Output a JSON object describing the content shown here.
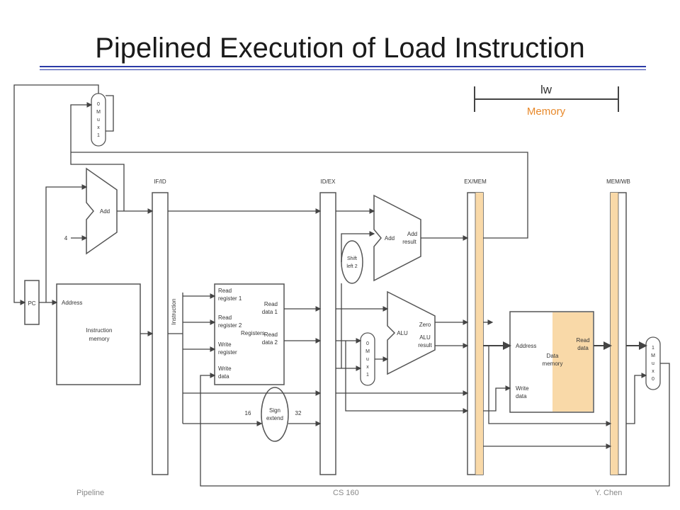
{
  "title": "Pipelined Execution of Load Instruction",
  "stage_header": {
    "instruction": "lw",
    "stage": "Memory"
  },
  "colors": {
    "highlight": "#f9d9a8",
    "rule": "#2b3aa6",
    "stage": "#e8892b"
  },
  "registers": {
    "ifid": "IF/ID",
    "idex": "ID/EX",
    "exmem": "EX/MEM",
    "memwb": "MEM/WB"
  },
  "labels": {
    "pc": "PC",
    "add": "Add",
    "four": "4",
    "address": "Address",
    "instr_mem_1": "Instruction",
    "instr_mem_2": "memory",
    "instruction": "Instruction",
    "read_reg1_a": "Read",
    "read_reg1_b": "register 1",
    "read_reg2_a": "Read",
    "read_reg2_b": "register 2",
    "registers": "Registers",
    "write_reg_a": "Write",
    "write_reg_b": "register",
    "write_data_a": "Write",
    "write_data_b": "data",
    "read_data1_a": "Read",
    "read_data1_b": "data 1",
    "read_data2_a": "Read",
    "read_data2_b": "data 2",
    "sixteen": "16",
    "thirtytwo": "32",
    "sign_a": "Sign",
    "sign_b": "extend",
    "shift_a": "Shift",
    "shift_b": "left 2",
    "add_result_a": "Add",
    "add_result_b": "result",
    "alu": "ALU",
    "zero": "Zero",
    "alu_result_a": "ALU",
    "alu_result_b": "result",
    "dm_address": "Address",
    "dm_read_a": "Read",
    "dm_read_b": "data",
    "dm_name_a": "Data",
    "dm_name_b": "memory",
    "dm_write_a": "Write",
    "dm_write_b": "data"
  },
  "muxes": {
    "pc_mux": [
      "0",
      "M",
      "u",
      "x",
      "1"
    ],
    "alu_mux": [
      "0",
      "M",
      "u",
      "x",
      "1"
    ],
    "wb_mux": [
      "1",
      "M",
      "u",
      "x",
      "0"
    ]
  },
  "footer": {
    "left": "Pipeline",
    "center": "CS 160",
    "right": "Y. Chen"
  }
}
